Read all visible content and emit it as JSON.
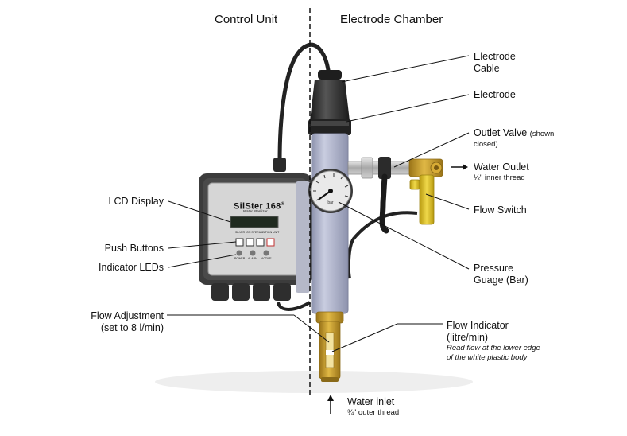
{
  "headers": {
    "control_unit": "Control Unit",
    "electrode_chamber": "Electrode Chamber"
  },
  "device": {
    "brand": "SilSter 168",
    "brand_mark": "®",
    "subtitle": "Water Sterilizer",
    "caption": "SILVER ION STERILIZATION UNIT",
    "led_labels": [
      "POWER",
      "ALARM",
      "ACTIVE"
    ],
    "gauge_unit": "bar"
  },
  "labels": {
    "electrode_cable_1": "Electrode",
    "electrode_cable_2": "Cable",
    "electrode": "Electrode",
    "outlet_valve": "Outlet Valve",
    "outlet_valve_note_1": "(shown",
    "outlet_valve_note_2": "closed)",
    "water_outlet": "Water Outlet",
    "water_outlet_note": "½\" inner thread",
    "flow_switch": "Flow Switch",
    "pressure_1": "Pressure",
    "pressure_2": "Guage (Bar)",
    "flow_indicator_1": "Flow Indicator",
    "flow_indicator_2": "(litre/min)",
    "flow_indicator_note_1": "Read flow at the lower edge",
    "flow_indicator_note_2": "of the white plastic body",
    "water_inlet": "Water inlet",
    "water_inlet_note": "¾\" outer thread",
    "lcd_display": "LCD Display",
    "push_buttons": "Push Buttons",
    "indicator_leds": "Indicator LEDs",
    "flow_adjustment_1": "Flow Adjustment",
    "flow_adjustment_2": "(set to 8 l/min)"
  },
  "colors": {
    "chamber": "#a9aec9",
    "housing": "#3a3a3a",
    "panel": "#d8d8d8",
    "brass": "#c79a2a",
    "yellow": "#e0c020"
  }
}
